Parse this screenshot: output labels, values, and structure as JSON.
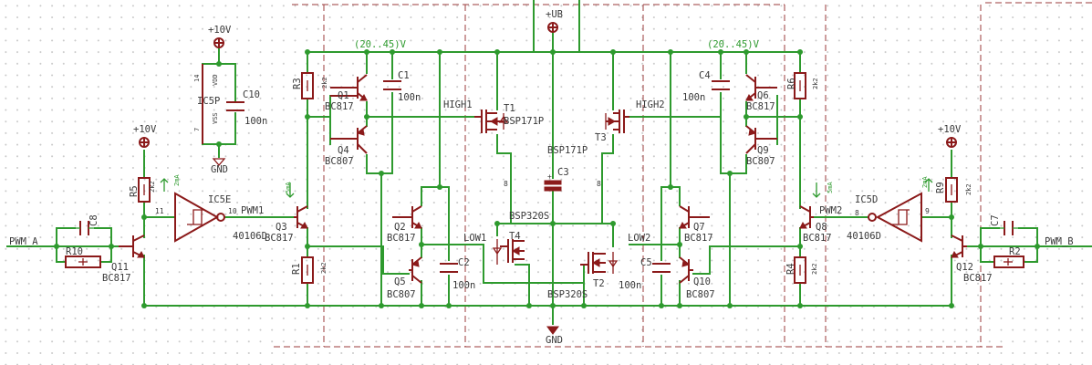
{
  "supply": {
    "v10": "+10V",
    "vb": "+UB",
    "vdrive": "(20..45)V",
    "gnd": "GND"
  },
  "ic": {
    "ic5e": {
      "ref": "IC5E",
      "value": "40106D",
      "pin_in": "11",
      "pin_out": "10"
    },
    "ic5d": {
      "ref": "IC5D",
      "value": "40106D",
      "pin_in": "9",
      "pin_out": "8"
    },
    "ic5p": {
      "ref": "IC5P",
      "pin_vdd": "14",
      "pin_vss": "7",
      "vdd": "VDD",
      "vss": "VSS"
    }
  },
  "nets": {
    "pwm_a": "PWM_A",
    "pwm_b": "PWM_B",
    "pwm1": "PWM1",
    "pwm2": "PWM2",
    "high1": "HIGH1",
    "high2": "HIGH2",
    "low1": "LOW1",
    "low2": "LOW2"
  },
  "currents": {
    "i2": "2mA",
    "i5": "5mA"
  },
  "misc": {
    "plus": "+",
    "t_pin": "8"
  },
  "parts": {
    "r10": {
      "ref": "R10"
    },
    "r2": {
      "ref": "R2"
    },
    "r5": {
      "ref": "R5",
      "value": "2k2"
    },
    "r9": {
      "ref": "R9",
      "value": "2k2"
    },
    "r3": {
      "ref": "R3",
      "value": "2k2"
    },
    "r1": {
      "ref": "R1",
      "value": "2k2"
    },
    "r6": {
      "ref": "R6",
      "value": "2k2"
    },
    "r4": {
      "ref": "R4",
      "value": "2k2"
    },
    "c8": {
      "ref": "C8"
    },
    "c7": {
      "ref": "C7"
    },
    "c10": {
      "ref": "C10",
      "value": "100n"
    },
    "c1": {
      "ref": "C1",
      "value": "100n"
    },
    "c4": {
      "ref": "C4",
      "value": "100n"
    },
    "c2": {
      "ref": "C2",
      "value": "100n"
    },
    "c5": {
      "ref": "C5",
      "value": "100n"
    },
    "c3": {
      "ref": "C3"
    },
    "q11": {
      "ref": "Q11",
      "value": "BC817"
    },
    "q12": {
      "ref": "Q12",
      "value": "BC817"
    },
    "q3": {
      "ref": "Q3",
      "value": "BC817"
    },
    "q8": {
      "ref": "Q8",
      "value": "BC817"
    },
    "q1": {
      "ref": "Q1",
      "value": "BC817"
    },
    "q4": {
      "ref": "Q4",
      "value": "BC807"
    },
    "q6": {
      "ref": "Q6",
      "value": "BC817"
    },
    "q9": {
      "ref": "Q9",
      "value": "BC807"
    },
    "q2": {
      "ref": "Q2",
      "value": "BC817"
    },
    "q5": {
      "ref": "Q5",
      "value": "BC807"
    },
    "q7": {
      "ref": "Q7",
      "value": "BC817"
    },
    "q10": {
      "ref": "Q10",
      "value": "BC807"
    },
    "t1": {
      "ref": "T1",
      "value": "BSP171P"
    },
    "t3": {
      "ref": "T3",
      "value": "BSP171P"
    },
    "t4": {
      "ref": "T4",
      "value": "BSP320S"
    },
    "t2": {
      "ref": "T2",
      "value": "BSP320S"
    }
  }
}
